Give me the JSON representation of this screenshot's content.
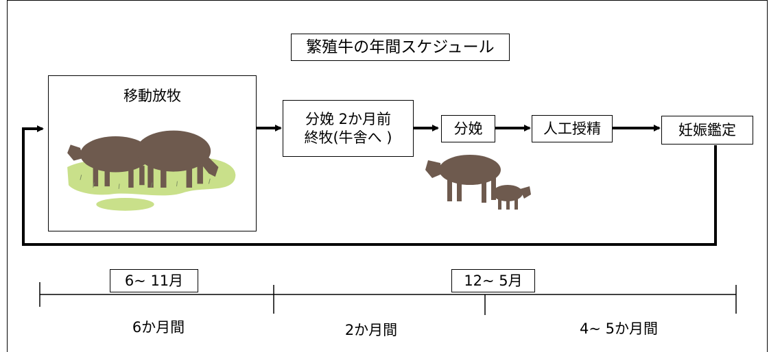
{
  "title": "繁殖牛の年間スケジュール",
  "steps": {
    "grazing": "移動放牧",
    "end_grazing_line1": "分娩 2か月前",
    "end_grazing_line2": "終牧(牛舎へ )",
    "calving": "分娩",
    "insemination": "人工授精",
    "pregnancy_check": "妊娠鑑定"
  },
  "timeline": {
    "period_labels": [
      "6~ 11月",
      "12~ 5月"
    ],
    "durations": [
      "6か月間",
      "2か月間",
      "4~ 5か月間"
    ]
  },
  "images": [
    "grazing-cattle",
    "cow-and-calf"
  ],
  "colors": {
    "line": "#000000",
    "cattle": "#6e5a4e",
    "grass": "#c9e08a"
  }
}
